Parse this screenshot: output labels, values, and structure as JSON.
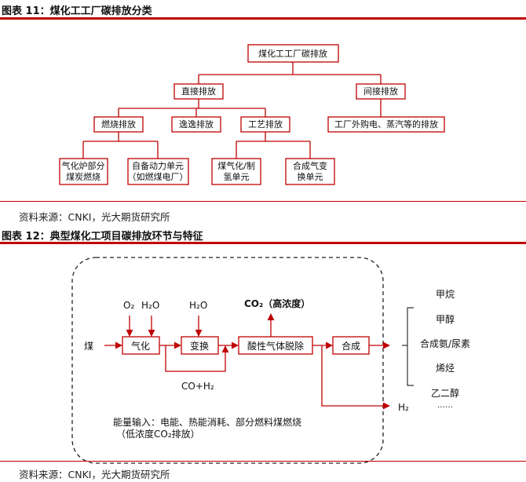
{
  "figure11": {
    "title": "图表 11：煤化工工厂碳排放分类",
    "root": "煤化工工厂碳排放",
    "direct": "直接排放",
    "indirect": "间接排放",
    "combustion": "燃烧排放",
    "fugitive": "逸逸排放",
    "process": "工艺排放",
    "purchased": "工厂外购电、蒸汽等的排放",
    "gasifier_line1": "气化炉部分",
    "gasifier_line2": "煤炭燃烧",
    "selfpower_line1": "自备动力单元",
    "selfpower_line2": "（如燃煤电厂）",
    "coalgas_line1": "煤气化/制",
    "coalgas_line2": "氢单元",
    "synthgas_line1": "合成气变",
    "synthgas_line2": "换单元",
    "source": "资料来源：CNKI，光大期货研究所"
  },
  "figure12": {
    "title": "图表 12：典型煤化工项目碳排放环节与特征",
    "coal": "煤",
    "o2": "O₂",
    "h2o_1": "H₂O",
    "h2o_2": "H₂O",
    "co2_high": "CO₂（高浓度）",
    "gasification": "气化",
    "shift": "变换",
    "acid_gas_removal": "酸性气体脱除",
    "synthesis": "合成",
    "co_h2": "CO+H₂",
    "h2_out": "H₂",
    "products": [
      "甲烷",
      "甲醇",
      "合成氨/尿素",
      "烯烃",
      "乙二醇",
      "……"
    ],
    "energy_line1": "能量输入：电能、热能消耗、部分燃料煤燃烧",
    "energy_line2": "（低浓度CO₂排放）",
    "source": "资料来源：CNKI，光大期货研究所"
  },
  "colors": {
    "accent_red": "#c00000",
    "box_border": "#c00000",
    "arrow": "#c00000",
    "dash_border": "#222222"
  }
}
